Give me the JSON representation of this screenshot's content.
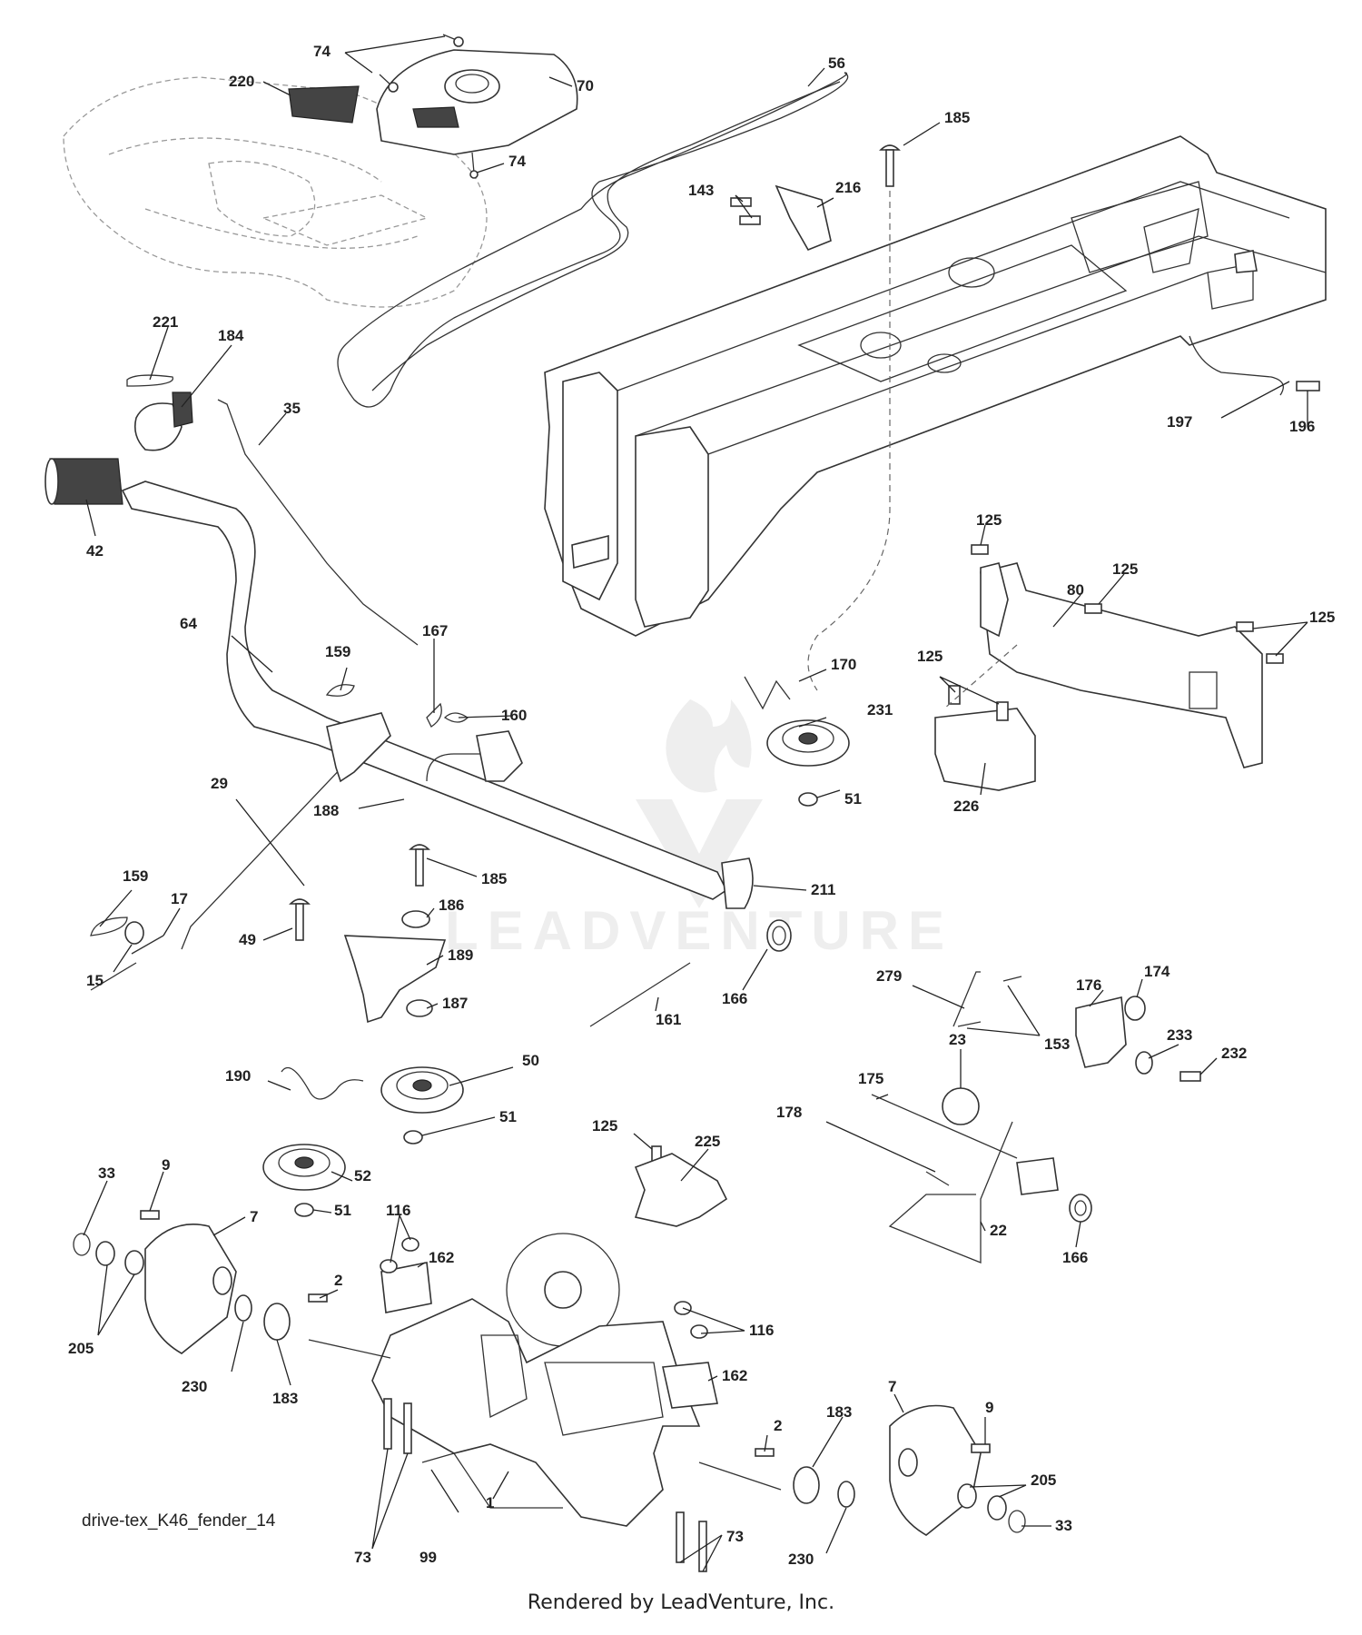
{
  "diagram": {
    "reference_id": "drive-tex_K46_fender_14",
    "footer": "Rendered by LeadVenture, Inc.",
    "watermark": "LEADVENTURE",
    "callouts": [
      "74",
      "74",
      "70",
      "56",
      "220",
      "74",
      "185",
      "143",
      "216",
      "221",
      "184",
      "35",
      "42",
      "197",
      "196",
      "125",
      "125",
      "125",
      "80",
      "64",
      "159",
      "167",
      "160",
      "125",
      "170",
      "231",
      "51",
      "226",
      "29",
      "188",
      "185",
      "211",
      "159",
      "17",
      "186",
      "49",
      "189",
      "166",
      "15",
      "187",
      "161",
      "279",
      "176",
      "174",
      "153",
      "23",
      "233",
      "232",
      "190",
      "50",
      "175",
      "178",
      "51",
      "125",
      "225",
      "33",
      "9",
      "52",
      "51",
      "116",
      "7",
      "162",
      "22",
      "166",
      "2",
      "116",
      "205",
      "162",
      "230",
      "183",
      "2",
      "183",
      "9",
      "7",
      "205",
      "1",
      "73",
      "99",
      "73",
      "230",
      "33"
    ]
  }
}
